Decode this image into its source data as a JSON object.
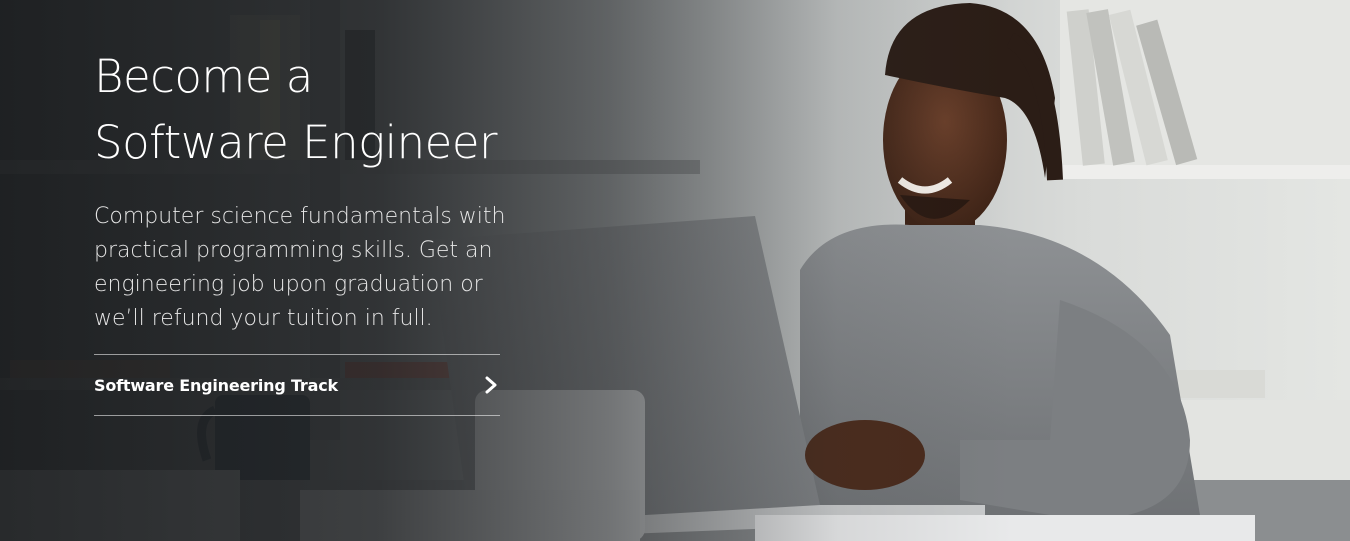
{
  "hero": {
    "headline": "Become a Software Engineer",
    "subtitle": "Computer science fundamentals with practical programming skills. Get an engineering job upon graduation or we’ll refund your tuition in full.",
    "track_link": {
      "label": "Software Engineering Track",
      "icon": "chevron-right-icon"
    },
    "image": {
      "subject-icon": "photo"
    }
  },
  "colors": {
    "text": "#ffffff",
    "subtitle": "#e6e6e6",
    "divider": "#bfbfbf"
  }
}
